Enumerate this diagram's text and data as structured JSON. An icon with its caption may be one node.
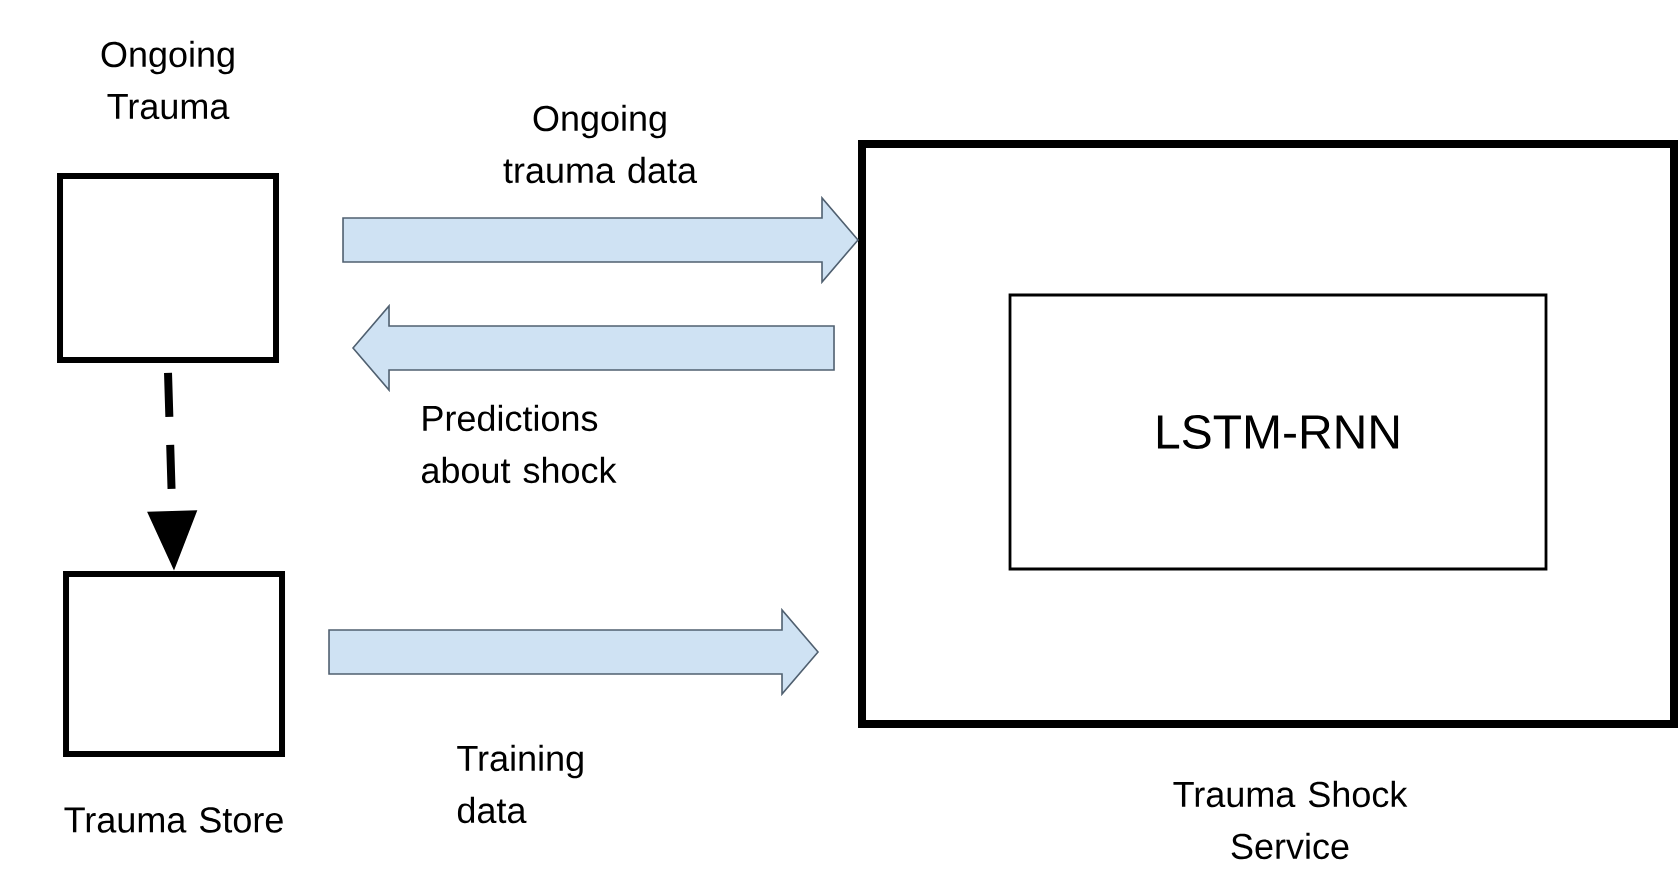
{
  "diagram": {
    "nodes": [
      {
        "text": [
          "Ongoing Trauma"
        ]
      },
      {
        "text": [
          "Trauma Store"
        ]
      },
      {
        "text": [
          "Trauma Shock Service"
        ]
      },
      {
        "text": [
          "LSTM-RNN"
        ],
        "in": 2
      }
    ],
    "edges": [
      {
        "from": 0,
        "to": 2,
        "arrow": "to",
        "label": "Ongoing trauma data"
      },
      {
        "from": 2,
        "to": 0,
        "arrow": "to",
        "label": "Predictions about shock"
      },
      {
        "from": 0,
        "to": 1,
        "arrow": "to",
        "style": "dashed",
        "color": "#000000"
      },
      {
        "from": 1,
        "to": 2,
        "arrow": "to",
        "label": "Training data"
      }
    ]
  }
}
